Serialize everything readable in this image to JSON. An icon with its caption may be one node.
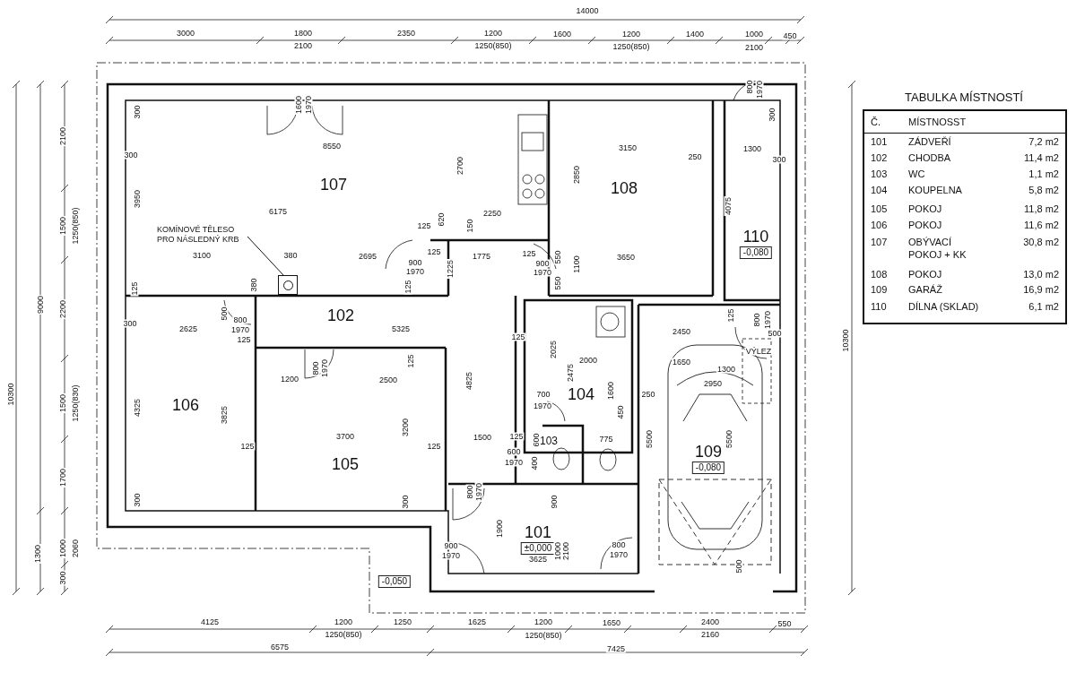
{
  "diagram": {
    "nodes": [
      {
        "text": [
          "107"
        ]
      },
      {
        "text": [
          "108"
        ]
      },
      {
        "text": [
          "110",
          "-0,080"
        ]
      },
      {
        "text": [
          "KOMÍNOVÉ TĚLESO PRO NÁSLEDNÝ KRB"
        ]
      },
      {
        "text": [],
        "shape": "box"
      },
      {
        "text": [
          "102"
        ]
      },
      {
        "text": [
          "104"
        ]
      },
      {
        "text": [
          "106"
        ]
      },
      {
        "text": [
          "105"
        ]
      },
      {
        "text": [
          "103"
        ]
      },
      {
        "text": [
          "109",
          "-0,080"
        ]
      },
      {
        "text": [
          "101",
          "±0,000"
        ]
      },
      {
        "text": [
          "-0,050"
        ]
      }
    ],
    "edges": [
      {
        "from": 3,
        "to": 4,
        "arrow": "none"
      }
    ],
    "labels": [
      "14000",
      "3000",
      "1800",
      "2100",
      "2350",
      "1200",
      "1250(850)",
      "1600",
      "1200",
      "1250(850)",
      "1400",
      "1000",
      "2100",
      "450",
      "10300",
      "9000",
      "2100",
      "1500",
      "1250(850)",
      "2200",
      "1500",
      "1250(830)",
      "1700",
      "1300",
      "1000",
      "2060",
      "300",
      "10300",
      "4125",
      "1200",
      "1250(850)",
      "1250",
      "1625",
      "1200",
      "1250(850)",
      "1650",
      "2400",
      "2160",
      "550",
      "6575",
      "7425",
      "300",
      "1600",
      "1970",
      "8550",
      "300",
      "2700",
      "3950",
      "6175",
      "2250",
      "125",
      "620",
      "150",
      "3100",
      "380",
      "2695",
      "125",
      "380",
      "900",
      "1970",
      "125",
      "1225",
      "125",
      "1775",
      "3150",
      "250",
      "2850",
      "1300",
      "300",
      "300",
      "800",
      "1970",
      "4075",
      "125",
      "900",
      "1970",
      "550",
      "1100",
      "550",
      "3650",
      "300",
      "2625",
      "500",
      "800",
      "1970",
      "125",
      "5325",
      "125",
      "125",
      "4325",
      "3825",
      "800",
      "1970",
      "1200",
      "2500",
      "4825",
      "3700",
      "3200",
      "125",
      "125",
      "1500",
      "125",
      "300",
      "300",
      "2025",
      "2000",
      "2475",
      "700",
      "1970",
      "1600",
      "450",
      "775",
      "600",
      "1970",
      "600",
      "400",
      "125",
      "800",
      "1970",
      "2450",
      "500",
      "1650",
      "1300",
      "VÝLEZ",
      "2950",
      "250",
      "5500",
      "5500",
      "500",
      "800",
      "1970",
      "900",
      "1900",
      "900",
      "1970",
      "1000",
      "2100",
      "3625",
      "800",
      "1970",
      "TABULKA MÍSTNOSTÍ",
      "Č.",
      "MÍSTNOSST",
      "101",
      "ZÁDVEŘÍ",
      "7,2 m2",
      "102",
      "CHODBA",
      "11,4 m2",
      "103",
      "WC",
      "1,1 m2",
      "104",
      "KOUPELNA",
      "5,8 m2",
      "105",
      "POKOJ",
      "11,8 m2",
      "106",
      "POKOJ",
      "11,6 m2",
      "107",
      "OBÝVACÍ POKOJ + KK",
      "30,8 m2",
      "108",
      "POKOJ",
      "13,0 m2",
      "109",
      "GARÁŽ",
      "16,9 m2",
      "110",
      "DÍLNA (SKLAD)",
      "6,1 m2"
    ]
  }
}
